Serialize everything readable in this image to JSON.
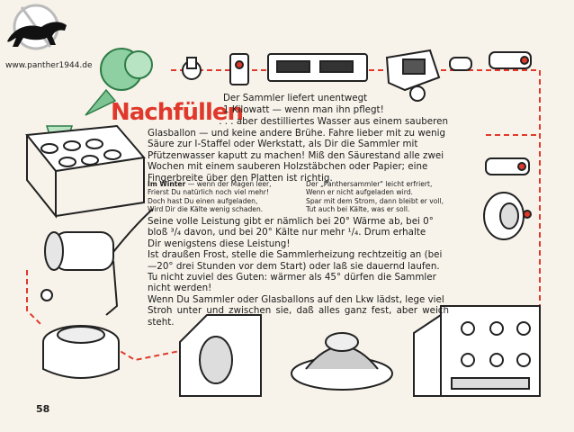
{
  "watermark": {
    "url": "www.panther1944.de"
  },
  "title": "Nachfüllen",
  "intro": [
    "Der Sammler liefert unentwegt",
    "1 Kilowatt — wenn man ihn pflegt!"
  ],
  "body1": [
    ". . . aber destilliertes Wasser aus einem sauberen",
    "Glasballon — und keine andere Brühe. Fahre lieber mit zu wenig",
    "Säure zur I-Staffel oder Werkstatt, als Dir die Sammler mit",
    "Pfützenwasser kaputt zu machen! Miß den Säurestand alle zwei",
    "Wochen mit einem sauberen Holzstäbchen oder Papier; eine",
    "Fingerbreite über den Platten ist richtig."
  ],
  "winter_left": {
    "heading": "Im Winter",
    "lines": [
      " — wenn der Magen leer,",
      "Frierst Du natürlich noch viel mehr!",
      "Doch hast Du einen aufgeladen,",
      "Wird Dir die Kälte wenig schaden."
    ]
  },
  "winter_right": {
    "lines": [
      "Der „Panthersammler\" leicht erfriert,",
      "Wenn er nicht aufgeladen wird.",
      "Spar mit dem Strom, dann bleibt er voll,",
      "Tut auch bei Kälte, was er soll."
    ]
  },
  "body2": [
    "Seine volle Leistung gibt er nämlich bei 20° Wärme ab, bei 0°",
    "bloß ³/₄ davon, und bei 20° Kälte nur mehr ¹/₄. Drum erhalte",
    "Dir wenigstens diese Leistung!",
    "Ist draußen Frost, stelle die Sammlerheizung rechtzeitig an (bei",
    "—20° drei Stunden vor dem Start) oder laß sie dauernd laufen.",
    "Tu nicht zuviel des Guten: wärmer als 45° dürfen die Sammler",
    "nicht werden!",
    "Wenn Du Sammler oder Glasballons auf den Lkw lädst, lege viel",
    "Stroh unter und zwischen sie, daß alles ganz fest, aber weich steht."
  ],
  "page_number": "58",
  "colors": {
    "accent_red": "#e0392c",
    "accent_green": "#3f9a5a",
    "ink": "#1d1d1d",
    "paper": "#f7f3ea"
  }
}
